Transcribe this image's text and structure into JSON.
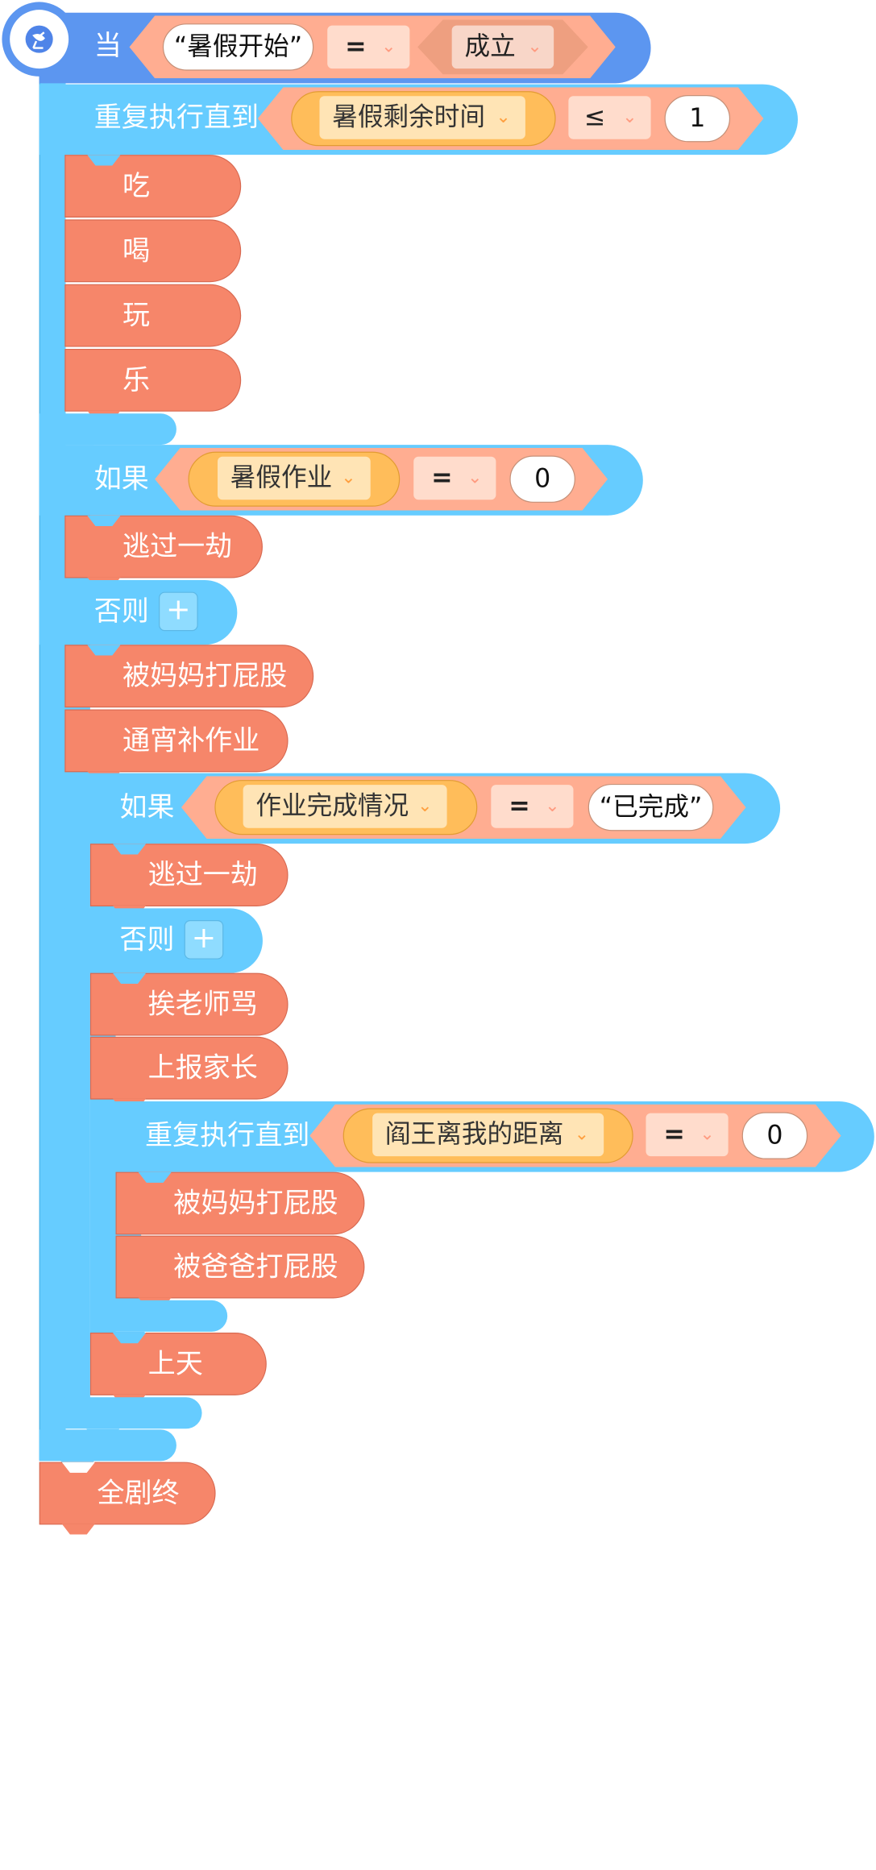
{
  "hat": {
    "label": "当",
    "string": "暑假开始",
    "op": "=",
    "bool": "成立"
  },
  "loop1": {
    "label": "重复执行直到",
    "var": "暑假剩余时间",
    "op": "≤",
    "value": "1"
  },
  "loop1_body": [
    "吃",
    "喝",
    "玩",
    "乐"
  ],
  "if1": {
    "label": "如果",
    "var": "暑假作业",
    "op": "=",
    "value": "0"
  },
  "if1_then": "逃过一劫",
  "else1": {
    "label": "否则",
    "plus": "+"
  },
  "else1_body": [
    "被妈妈打屁股",
    "通宵补作业"
  ],
  "if2": {
    "label": "如果",
    "var": "作业完成情况",
    "op": "=",
    "string": "已完成"
  },
  "if2_then": "逃过一劫",
  "else2": {
    "label": "否则",
    "plus": "+"
  },
  "else2_body": [
    "挨老师骂",
    "上报家长"
  ],
  "loop2": {
    "label": "重复执行直到",
    "var": "阎王离我的距离",
    "op": "=",
    "value": "0"
  },
  "loop2_body": [
    "被妈妈打屁股",
    "被爸爸打屁股"
  ],
  "after_loop2": "上天",
  "final": "全剧终",
  "icons": {
    "hat_icon": "broadcast-dish-icon",
    "chevron": "chevron-down-icon"
  },
  "colors": {
    "control": "#66ccff",
    "event": "#5c96f0",
    "command": "#f6866a",
    "variable": "#ffbd5a",
    "operator": "#ffad91"
  }
}
